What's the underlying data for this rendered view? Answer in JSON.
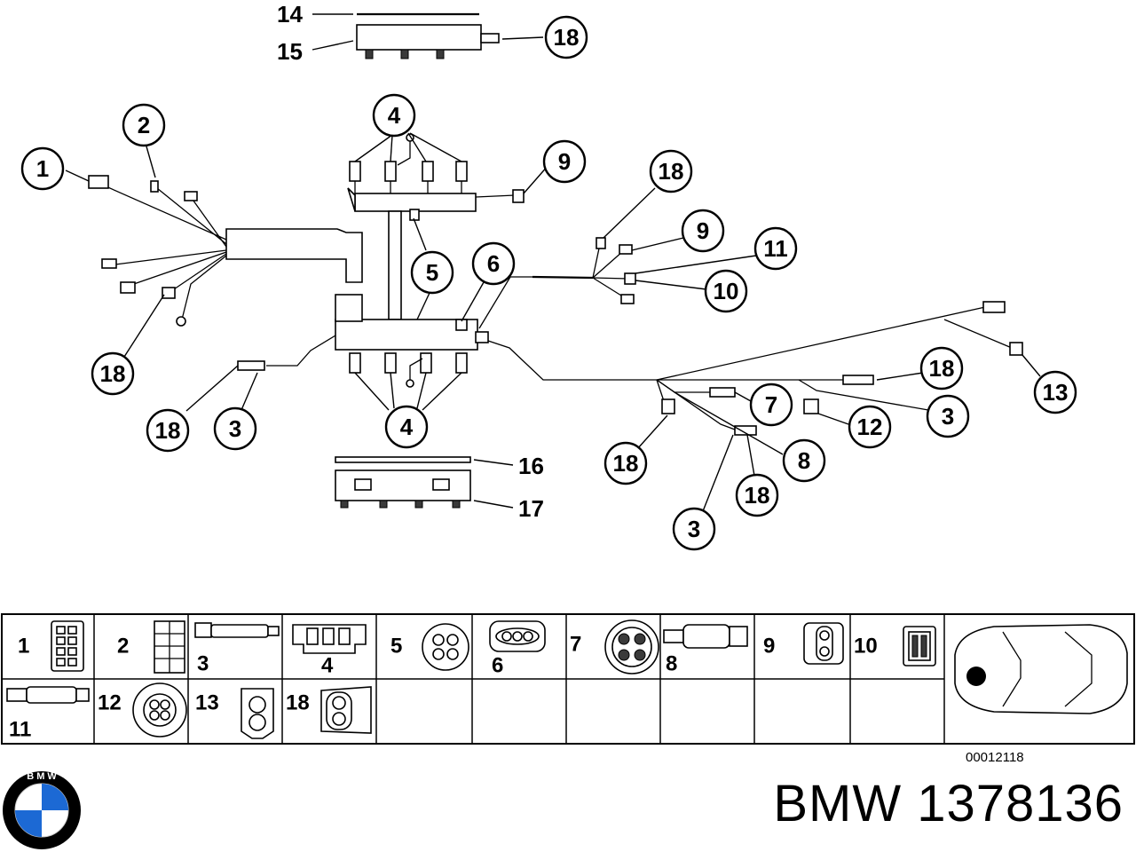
{
  "callouts": {
    "top": [
      "14",
      "15",
      "18"
    ],
    "left": [
      "1",
      "2",
      "18",
      "18",
      "3"
    ],
    "center": [
      "4",
      "9",
      "5",
      "6",
      "4",
      "16",
      "17"
    ],
    "right": [
      "18",
      "9",
      "11",
      "10",
      "13",
      "18",
      "3",
      "7",
      "12",
      "8",
      "18",
      "18",
      "3"
    ]
  },
  "legend": {
    "row1": [
      "1",
      "2",
      "3",
      "4",
      "5",
      "6",
      "7",
      "8",
      "9",
      "10"
    ],
    "row2": [
      "11",
      "12",
      "13",
      "18"
    ]
  },
  "reference_code": "00012118",
  "brand_title": "BMW 1378136",
  "logo_text": "B M W",
  "colors": {
    "line": "#000000",
    "background": "#ffffff",
    "logo_blue": "#1c69d4"
  }
}
